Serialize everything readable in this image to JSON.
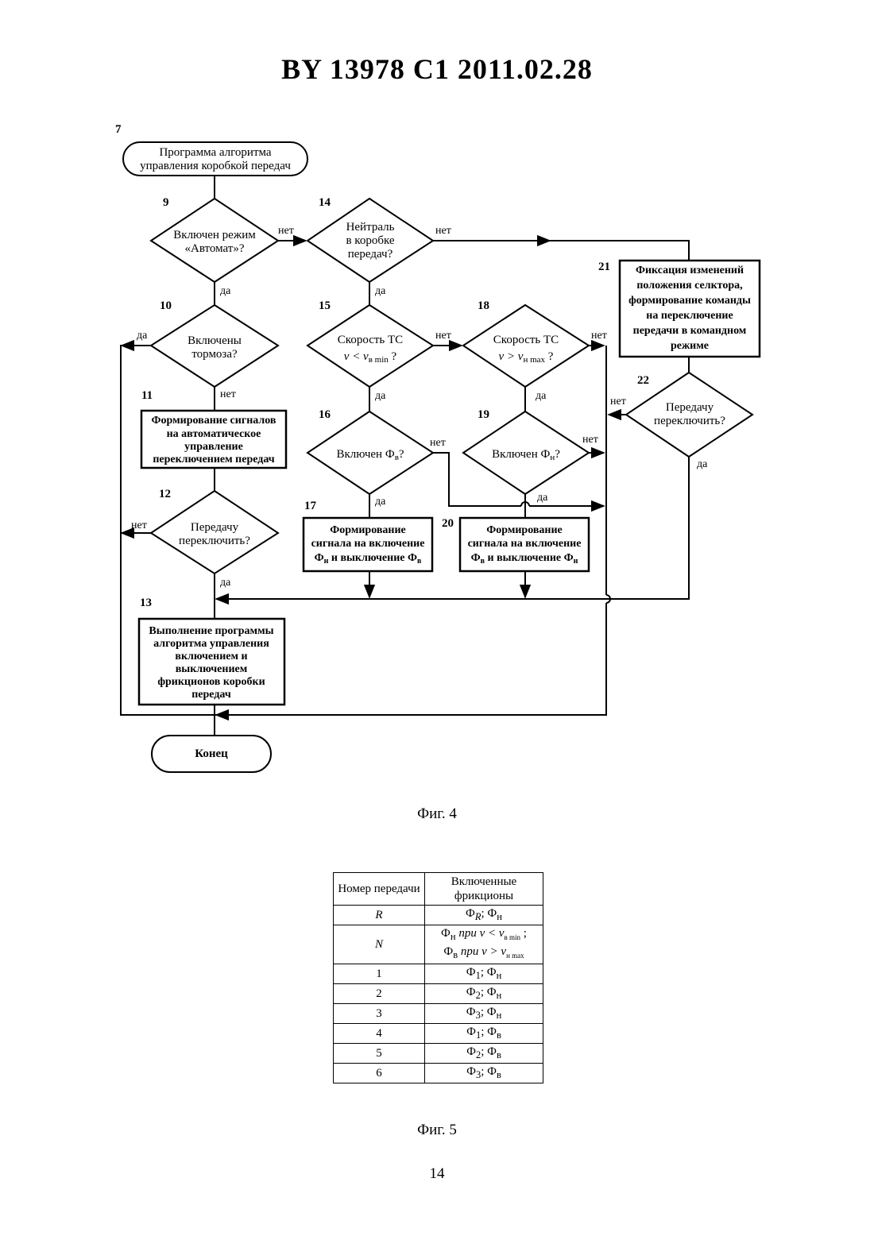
{
  "header": "BY  13978  C1  2011.02.28",
  "nodes": {
    "n7": {
      "num": "7",
      "lines": [
        "Программа алгоритма",
        "управления коробкой передач"
      ]
    },
    "n9": {
      "num": "9",
      "lines": [
        "Включен режим",
        "«Автомат»?"
      ]
    },
    "n10": {
      "num": "10",
      "lines": [
        "Включены",
        "тормоза?"
      ]
    },
    "n11": {
      "num": "11",
      "lines": [
        "Формирование сигналов",
        "на автоматическое",
        "управление",
        "переключением передач"
      ]
    },
    "n12": {
      "num": "12",
      "lines": [
        "Передачу",
        "переключить?"
      ]
    },
    "n13": {
      "num": "13",
      "lines": [
        "Выполнение программы",
        "алгоритма управления",
        "включением и",
        "выключением",
        "фрикционов коробки",
        "передач"
      ]
    },
    "n14": {
      "num": "14",
      "lines": [
        "Нейтраль",
        "в коробке",
        "передач?"
      ]
    },
    "n15": {
      "num": "15",
      "line1": "Скорость ТС",
      "expr": "v < v",
      "sub": "в min",
      "tail": " ?"
    },
    "n16": {
      "num": "16",
      "text": "Включен Ф",
      "sub": "в",
      "tail": "?"
    },
    "n17": {
      "num": "17",
      "line1": "Формирование",
      "line2": "сигнала на включение",
      "line3a": "Ф",
      "line3asub": "н",
      "line3b": " и выключение Ф",
      "line3bsub": "в"
    },
    "n18": {
      "num": "18",
      "line1": "Скорость ТС",
      "expr": "v > v",
      "sub": "н max",
      "tail": " ?"
    },
    "n19": {
      "num": "19",
      "text": "Включен Ф",
      "sub": "н",
      "tail": "?"
    },
    "n20": {
      "num": "20",
      "line1": "Формирование",
      "line2": "сигнала на включение",
      "line3a": "Ф",
      "line3asub": "в",
      "line3b": " и выключение Ф",
      "line3bsub": "н"
    },
    "n21": {
      "num": "21",
      "lines": [
        "Фиксация изменений",
        "положения селктора,",
        "формирование команды",
        "на переключение",
        "передачи в командном",
        "режиме"
      ]
    },
    "n22": {
      "num": "22",
      "lines": [
        "Передачу",
        "переключить?"
      ]
    },
    "end": {
      "lines": [
        "Конец"
      ]
    }
  },
  "labels": {
    "yes": "да",
    "no": "нет"
  },
  "fig4_caption": "Фиг. 4",
  "table": {
    "header": [
      "Номер передачи",
      "Включенные фрикционы"
    ],
    "rows": [
      {
        "gear": "R",
        "f1": "Ф",
        "f1sub": "R",
        "sep": "; ",
        "f2": "Ф",
        "f2sub": "н"
      },
      {
        "gear": "N",
        "nline1": "Ф",
        "nline1sub": "н",
        "nline1rest": " при  v < v",
        "nline1sub2": "в min",
        "nline1end": " ;",
        "nline2": "Ф",
        "nline2sub": "в",
        "nline2rest": " при  v > v",
        "nline2sub2": "н max"
      },
      {
        "gear": "1",
        "f1": "Ф",
        "f1sub": "1",
        "sep": "; ",
        "f2": "Ф",
        "f2sub": "н"
      },
      {
        "gear": "2",
        "f1": "Ф",
        "f1sub": "2",
        "sep": "; ",
        "f2": "Ф",
        "f2sub": "н"
      },
      {
        "gear": "3",
        "f1": "Ф",
        "f1sub": "3",
        "sep": "; ",
        "f2": "Ф",
        "f2sub": "н"
      },
      {
        "gear": "4",
        "f1": "Ф",
        "f1sub": "1",
        "sep": "; ",
        "f2": "Ф",
        "f2sub": "в"
      },
      {
        "gear": "5",
        "f1": "Ф",
        "f1sub": "2",
        "sep": "; ",
        "f2": "Ф",
        "f2sub": "в"
      },
      {
        "gear": "6",
        "f1": "Ф",
        "f1sub": "3",
        "sep": "; ",
        "f2": "Ф",
        "f2sub": "в"
      }
    ]
  },
  "fig5_caption": "Фиг. 5",
  "page_number": "14"
}
